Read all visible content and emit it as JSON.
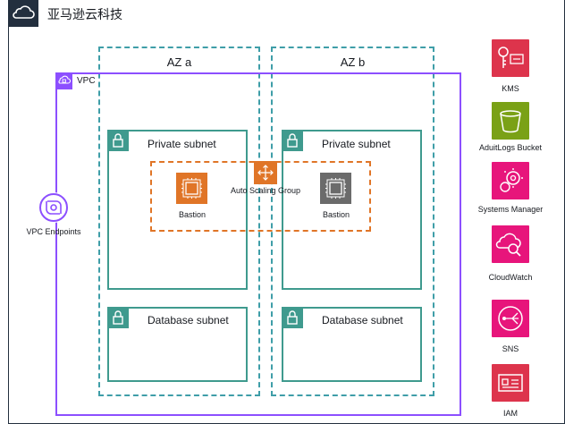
{
  "header": {
    "title": "亚马逊云科技"
  },
  "vpc": {
    "label": "VPC"
  },
  "az_a": {
    "label": "AZ a"
  },
  "az_b": {
    "label": "AZ b"
  },
  "private_subnet_a": {
    "label": "Private subnet"
  },
  "private_subnet_b": {
    "label": "Private subnet"
  },
  "database_subnet_a": {
    "label": "Database subnet"
  },
  "database_subnet_b": {
    "label": "Database subnet"
  },
  "asg": {
    "label": "Auto Scaling Group"
  },
  "bastion_a": {
    "label": "Bastion"
  },
  "bastion_b": {
    "label": "Bastion"
  },
  "vpc_endpoints": {
    "label": "VPC Endpoints"
  },
  "services": [
    {
      "label": "KMS",
      "color": "#dd344c",
      "icon": "key-icon"
    },
    {
      "label": "AduitLogs Bucket",
      "color": "#7aa116",
      "icon": "bucket-icon"
    },
    {
      "label": "Systems Manager",
      "color": "#e7157b",
      "icon": "gears-icon"
    },
    {
      "label": "CloudWatch",
      "color": "#e7157b",
      "icon": "cloud-magnifier-icon"
    },
    {
      "label": "SNS",
      "color": "#e7157b",
      "icon": "sns-icon"
    },
    {
      "label": "IAM",
      "color": "#dd344c",
      "icon": "id-card-icon"
    }
  ],
  "colors": {
    "cloud": "#232f3e",
    "vpc": "#8c4fff",
    "az": "#3f9ea8",
    "subnet": "#3f9a8e",
    "asg": "#e07527",
    "bastion_active": "#e07527",
    "bastion_inactive": "#6b6b6b"
  }
}
